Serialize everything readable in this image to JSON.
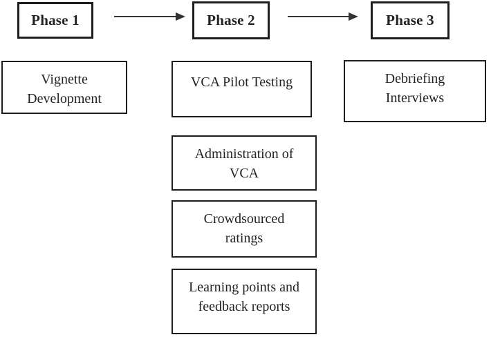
{
  "phases": [
    {
      "label": "Phase 1"
    },
    {
      "label": "Phase 2"
    },
    {
      "label": "Phase 3"
    }
  ],
  "boxes": {
    "vignette_development": {
      "lines": [
        "Vignette",
        "Development"
      ]
    },
    "vca_pilot_testing": {
      "lines": [
        "VCA Pilot Testing"
      ]
    },
    "administration_of_vca": {
      "lines": [
        "Administration of",
        "VCA"
      ]
    },
    "crowdsourced_ratings": {
      "lines": [
        "Crowdsourced",
        "ratings"
      ]
    },
    "learning_points_feedback": {
      "lines": [
        "Learning points and",
        "feedback reports"
      ]
    },
    "debriefing_interviews": {
      "lines": [
        "Debriefing",
        "Interviews"
      ]
    }
  },
  "icons": {
    "arrow_phase1_to_phase2": "arrow-right",
    "arrow_phase2_to_phase3": "arrow-right"
  },
  "colors": {
    "border": "#1c1c1c",
    "text": "#232323",
    "arrow": "#333333",
    "background": "#ffffff"
  }
}
